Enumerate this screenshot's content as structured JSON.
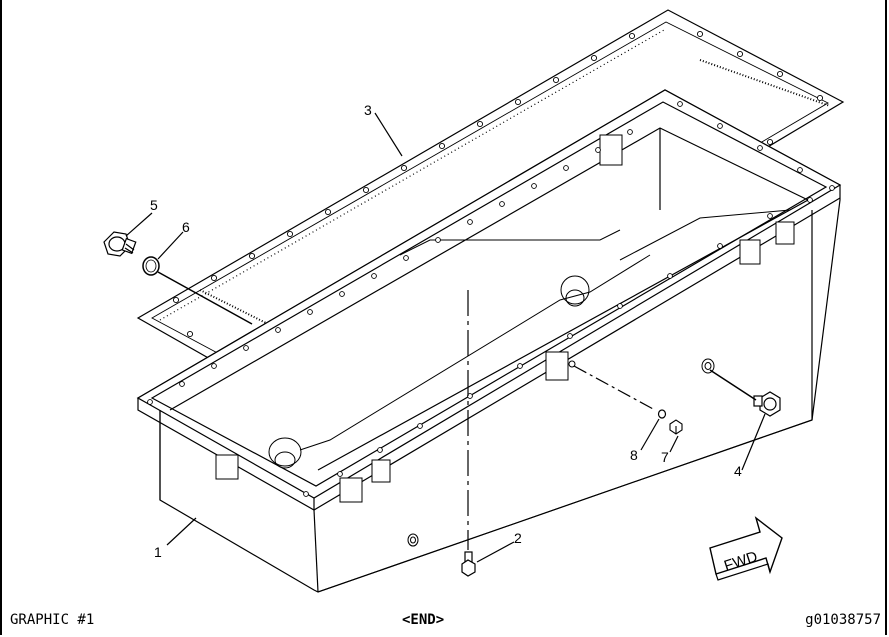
{
  "diagram": {
    "callouts": {
      "c1": "1",
      "c2": "2",
      "c3": "3",
      "c4": "4",
      "c5": "5",
      "c6": "6",
      "c7": "7",
      "c8": "8"
    },
    "direction_arrow_label": "FWD"
  },
  "footer": {
    "left": "GRAPHIC #1",
    "center": "<END>",
    "right": "g01038757"
  }
}
